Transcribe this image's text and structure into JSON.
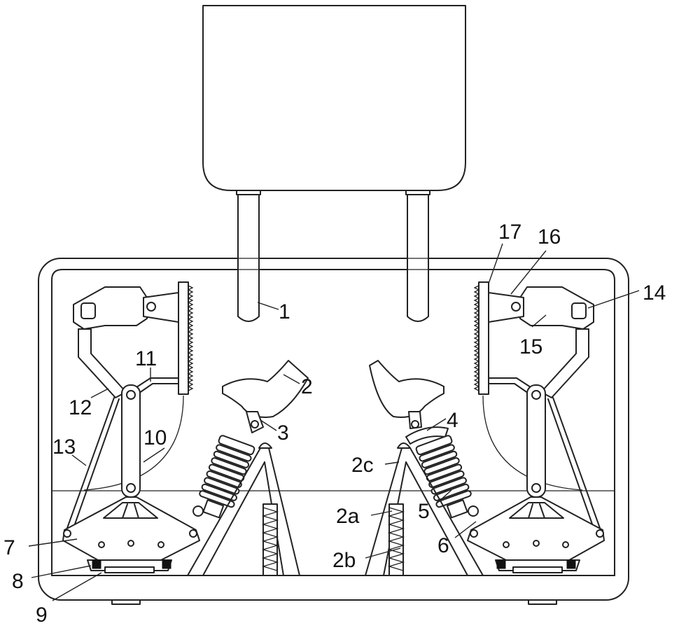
{
  "labels": {
    "l1": "1",
    "l2": "2",
    "l3": "3",
    "l4": "4",
    "l5": "5",
    "l6": "6",
    "l7": "7",
    "l8": "8",
    "l9": "9",
    "l10": "10",
    "l11": "11",
    "l12": "12",
    "l13": "13",
    "l14": "14",
    "l15": "15",
    "l16": "16",
    "l17": "17",
    "l2a": "2a",
    "l2b": "2b",
    "l2c": "2c"
  }
}
